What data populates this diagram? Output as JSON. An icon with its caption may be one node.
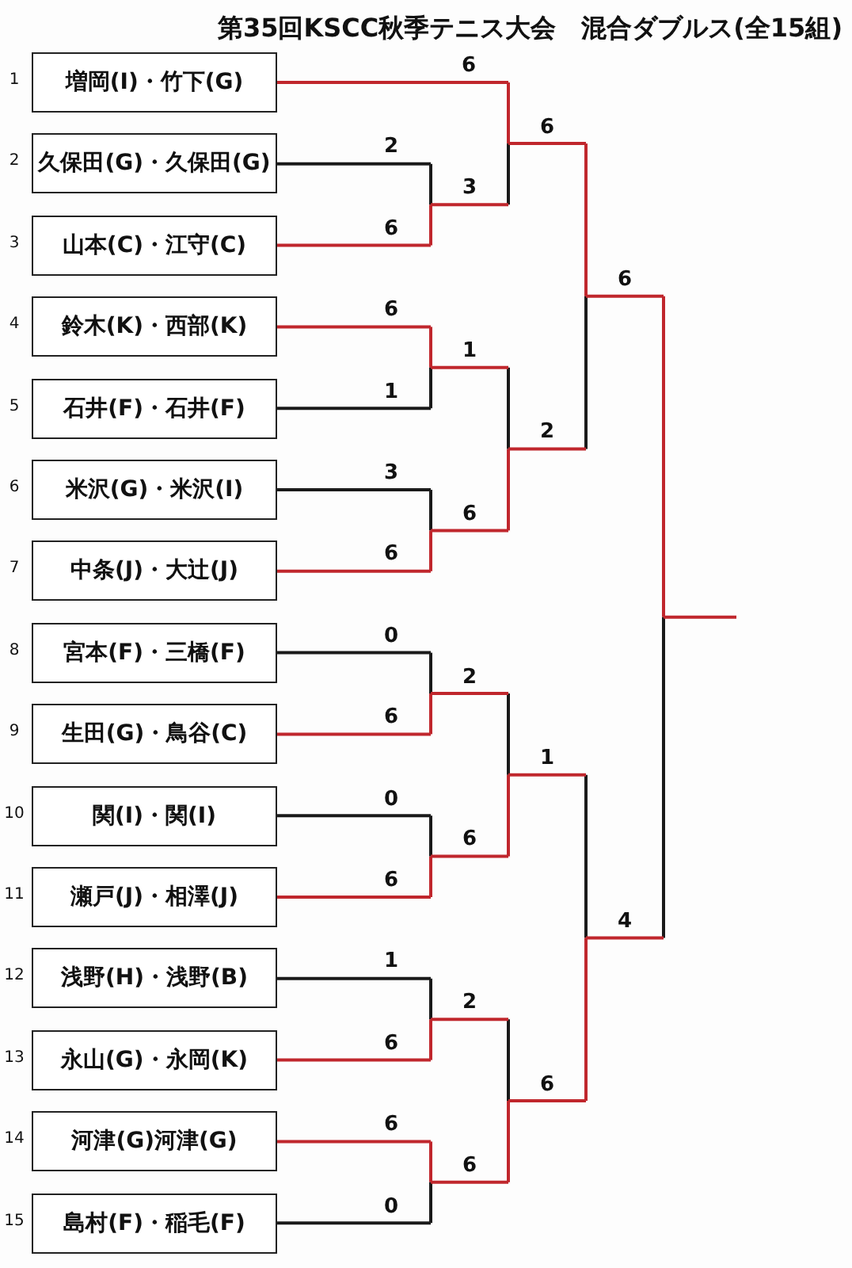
{
  "diagram": {
    "title": "第35回KSCC秋季テニス大会　混合ダブルス(全15組)",
    "nodes": [
      {
        "text": [
          "増岡(I)・竹下(G)"
        ],
        "beside": [
          "1"
        ]
      },
      {
        "text": [
          "久保田(G)・久保田(G)"
        ],
        "beside": [
          "2"
        ]
      },
      {
        "text": [
          "山本(C)・江守(C)"
        ],
        "beside": [
          "3"
        ]
      },
      {
        "text": [
          "鈴木(K)・西部(K)"
        ],
        "beside": [
          "4"
        ]
      },
      {
        "text": [
          "石井(F)・石井(F)"
        ],
        "beside": [
          "5"
        ]
      },
      {
        "text": [
          "米沢(G)・米沢(I)"
        ],
        "beside": [
          "6"
        ]
      },
      {
        "text": [
          "中条(J)・大辻(J)"
        ],
        "beside": [
          "7"
        ]
      },
      {
        "text": [
          "宮本(F)・三橋(F)"
        ],
        "beside": [
          "8"
        ]
      },
      {
        "text": [
          "生田(G)・鳥谷(C)"
        ],
        "beside": [
          "9"
        ]
      },
      {
        "text": [
          "関(I)・関(I)"
        ],
        "beside": [
          "10"
        ]
      },
      {
        "text": [
          "瀬戸(J)・相澤(J)"
        ],
        "beside": [
          "11"
        ]
      },
      {
        "text": [
          "浅野(H)・浅野(B)"
        ],
        "beside": [
          "12"
        ]
      },
      {
        "text": [
          "永山(G)・永岡(K)"
        ],
        "beside": [
          "13"
        ]
      },
      {
        "text": [
          "河津(G)河津(G)"
        ],
        "beside": [
          "14"
        ]
      },
      {
        "text": [
          "島村(F)・稲毛(F)"
        ],
        "beside": [
          "15"
        ]
      }
    ],
    "edges": [
      {
        "from": 0,
        "to": null,
        "arrow": "none",
        "label": "6",
        "color": "#c0272d"
      },
      {
        "from": 1,
        "to": null,
        "arrow": "none",
        "label": "2",
        "color": "#1a1a1a"
      },
      {
        "from": 2,
        "to": null,
        "arrow": "none",
        "label": "6",
        "color": "#c0272d"
      },
      {
        "from": 3,
        "to": null,
        "arrow": "none",
        "label": "6",
        "color": "#c0272d"
      },
      {
        "from": 4,
        "to": null,
        "arrow": "none",
        "label": "1",
        "color": "#1a1a1a"
      },
      {
        "from": 5,
        "to": null,
        "arrow": "none",
        "label": "3",
        "color": "#1a1a1a"
      },
      {
        "from": 6,
        "to": null,
        "arrow": "none",
        "label": "6",
        "color": "#c0272d"
      },
      {
        "from": 7,
        "to": null,
        "arrow": "none",
        "label": "0",
        "color": "#1a1a1a"
      },
      {
        "from": 8,
        "to": null,
        "arrow": "none",
        "label": "6",
        "color": "#c0272d"
      },
      {
        "from": 9,
        "to": null,
        "arrow": "none",
        "label": "0",
        "color": "#1a1a1a"
      },
      {
        "from": 10,
        "to": null,
        "arrow": "none",
        "label": "6",
        "color": "#c0272d"
      },
      {
        "from": 11,
        "to": null,
        "arrow": "none",
        "label": "1",
        "color": "#1a1a1a"
      },
      {
        "from": 12,
        "to": null,
        "arrow": "none",
        "label": "6",
        "color": "#c0272d"
      },
      {
        "from": 13,
        "to": null,
        "arrow": "none",
        "label": "6",
        "color": "#c0272d"
      },
      {
        "from": 14,
        "to": null,
        "arrow": "none",
        "label": "0",
        "color": "#1a1a1a"
      }
    ],
    "labels": [
      "6",
      "3",
      "6",
      "1",
      "2",
      "6",
      "2",
      "1",
      "6",
      "4",
      "2",
      "6",
      "6"
    ]
  }
}
